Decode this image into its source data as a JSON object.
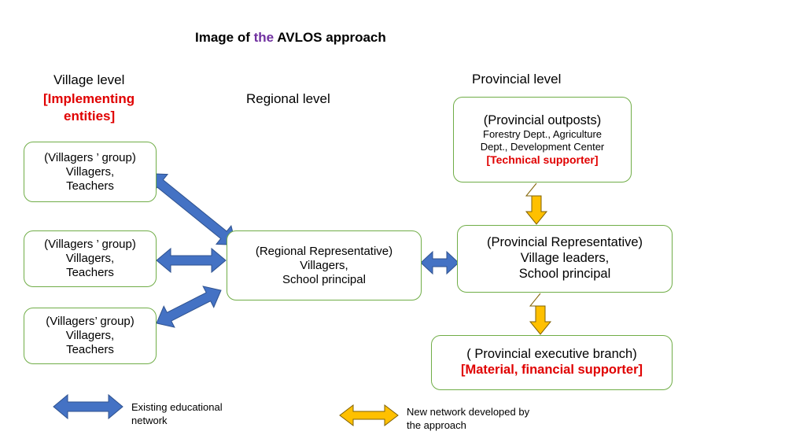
{
  "title": {
    "prefix": "Image of ",
    "accent": "the",
    "suffix": " AVLOS approach"
  },
  "levels": {
    "village": {
      "label": "Village level",
      "role_line1": "[Implementing",
      "role_line2": "entities]"
    },
    "regional": {
      "label": "Regional level"
    },
    "provincial": {
      "label": "Provincial level"
    }
  },
  "village_groups": [
    {
      "heading": "(Villagers ’ group)",
      "line1": "Villagers,",
      "line2": "Teachers"
    },
    {
      "heading": "(Villagers ’ group)",
      "line1": "Villagers,",
      "line2": "Teachers"
    },
    {
      "heading": "(Villagers’ group)",
      "line1": "Villagers,",
      "line2": "Teachers"
    }
  ],
  "regional_rep": {
    "heading": "(Regional Representative)",
    "line1": "Villagers,",
    "line2": "School principal"
  },
  "provincial_outposts": {
    "heading": "(Provincial outposts)",
    "line1": "Forestry Dept., Agriculture",
    "line2": "Dept., Development Center",
    "role": "[Technical supporter]"
  },
  "provincial_rep": {
    "heading": "(Provincial Representative)",
    "line1": "Village leaders,",
    "line2": "School principal"
  },
  "provincial_exec": {
    "heading": "( Provincial executive branch)",
    "role": "[Material, financial supporter]"
  },
  "legend": {
    "existing": {
      "line1": "Existing educational",
      "line2": "network",
      "color": "#4472C4"
    },
    "new": {
      "line1": "New network developed by",
      "line2": "the approach",
      "color": "#FFC000"
    }
  },
  "colors": {
    "box_border": "#70AD47",
    "accent": "#7030A0",
    "role_red": "#E00000"
  }
}
